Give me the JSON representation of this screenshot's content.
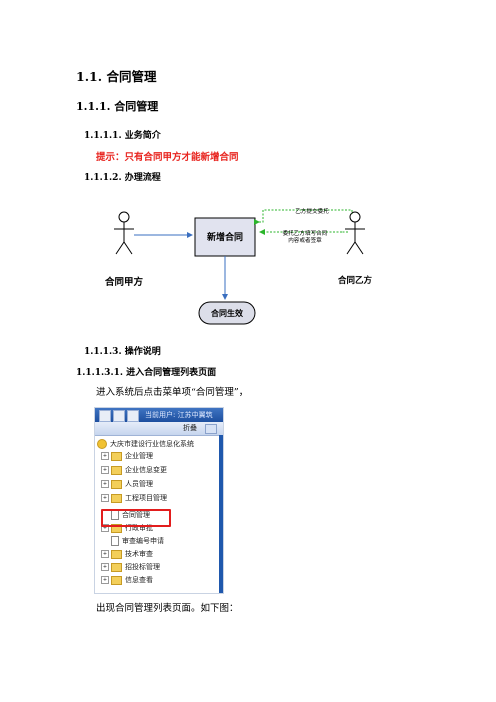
{
  "headings": {
    "h1": "1.1. 合同管理",
    "h2": "1.1.1. 合同管理",
    "h3_intro": "1.1.1.1. 业务简介",
    "tip": "提示：只有合同甲方才能新增合同",
    "h3_flow": "1.1.1.2. 办理流程",
    "h3_ops": "1.1.1.3. 操作说明",
    "h4_enter": "1.1.1.3.1. 进入合同管理列表页面"
  },
  "flow": {
    "actor_left": "合同甲方",
    "actor_right": "合同乙方",
    "box_new": "新增合同",
    "box_effective": "合同生效",
    "label_submit": "乙方提交委托",
    "label_fill_line1": "委托乙方填写合同",
    "label_fill_line2": "内容或者签章"
  },
  "paragraphs": {
    "enter_instruction": "进入系统后点击菜单项“合同管理”，",
    "after_shot": "出现合同管理列表页面。如下图："
  },
  "menu_screenshot": {
    "top_text": "当前用户: 江苏中翼筑",
    "toolbar_text": "折叠",
    "items": [
      {
        "label": "大庆市建设行业信息化系统",
        "kind": "root"
      },
      {
        "label": "企业管理",
        "kind": "folder"
      },
      {
        "label": "企业信息变更",
        "kind": "folder"
      },
      {
        "label": "人员管理",
        "kind": "folder"
      },
      {
        "label": "工程项目管理",
        "kind": "folder"
      },
      {
        "label": "合同管理",
        "kind": "doc"
      },
      {
        "label": "行政审批",
        "kind": "folder"
      },
      {
        "label": "审查编号申请",
        "kind": "doc"
      },
      {
        "label": "技术审查",
        "kind": "folder"
      },
      {
        "label": "招投标管理",
        "kind": "folder"
      },
      {
        "label": "信息查看",
        "kind": "folder"
      }
    ]
  },
  "colors": {
    "tip": "#e8231e",
    "flow_box_new": "#e1e3ef",
    "flow_box_effective": "#dcdee9",
    "arrow_blue": "#3a6fc0",
    "arrow_green": "#2bb52b",
    "highlight_red": "#e21d1d"
  }
}
